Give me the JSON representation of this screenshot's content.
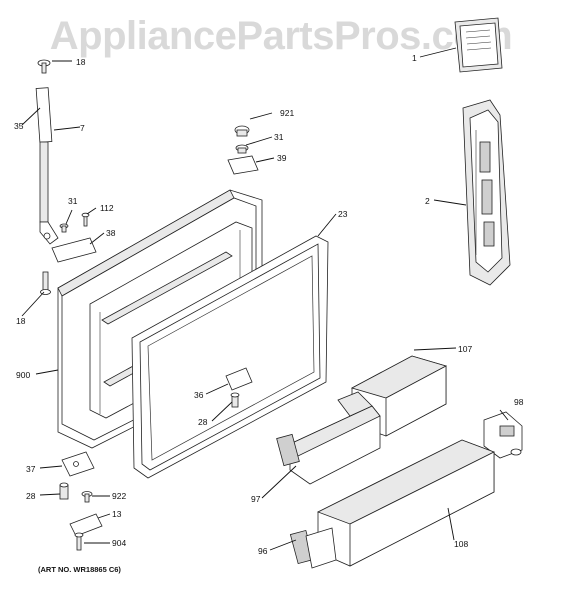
{
  "watermark": "AppliancePartsPros.com",
  "art_number": "(ART NO. WR18865 C6)",
  "callouts": [
    "1",
    "2",
    "7",
    "18",
    "18",
    "23",
    "28",
    "28",
    "31",
    "31",
    "35",
    "36",
    "37",
    "38",
    "39",
    "96",
    "97",
    "98",
    "107",
    "108",
    "112",
    "900",
    "904",
    "921",
    "922",
    "13"
  ]
}
